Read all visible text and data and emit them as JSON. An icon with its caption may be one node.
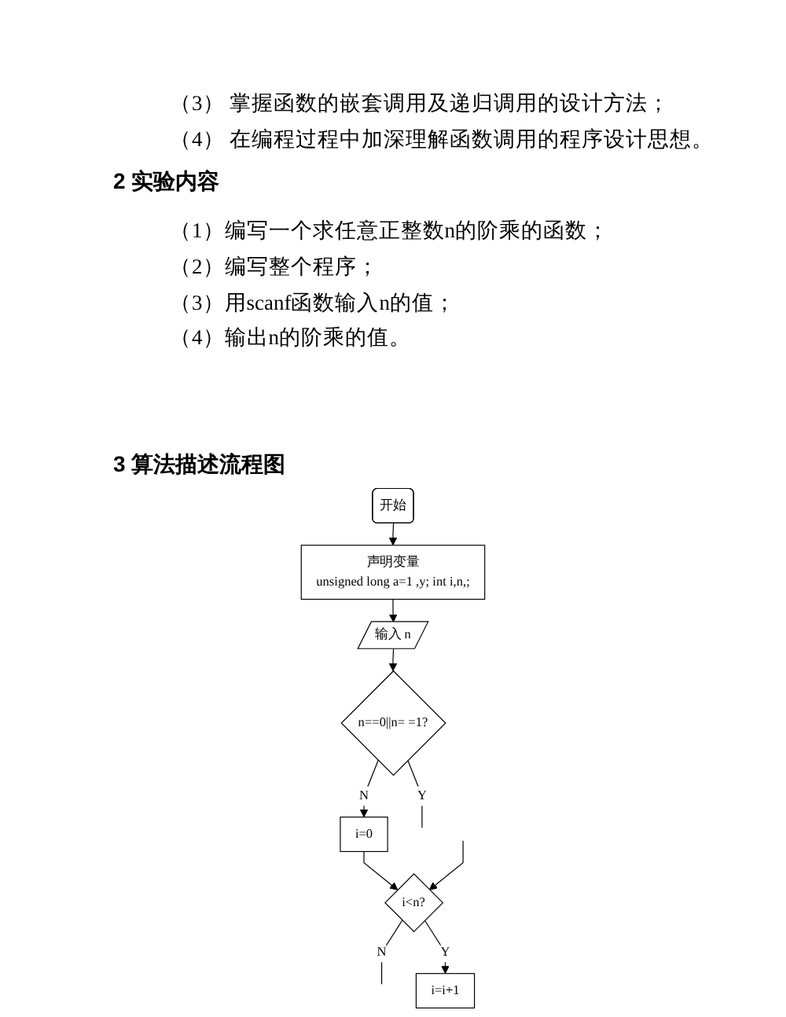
{
  "diagram": {
    "nodes": [
      {
        "text": [
          "开始"
        ]
      },
      {
        "text": [
          "声明变量",
          "unsigned long a=1 ,y; int i,n,;"
        ]
      },
      {
        "text": [
          "输入 n"
        ]
      },
      {
        "text": [
          "n==0||n= =1?"
        ]
      },
      {
        "text": [
          "i=0"
        ]
      },
      {
        "text": [
          "i<n?"
        ]
      },
      {
        "text": [
          "i=i+1"
        ]
      }
    ],
    "edges": [
      {
        "from": 0,
        "to": 1,
        "arrow": "to"
      },
      {
        "from": 1,
        "to": 2,
        "arrow": "to"
      },
      {
        "from": 2,
        "to": 3,
        "arrow": "to"
      },
      {
        "from": 3,
        "to": null,
        "arrow": "none",
        "label": "Y"
      },
      {
        "from": 3,
        "to": 4,
        "arrow": "to",
        "label": "N"
      },
      {
        "from": 4,
        "to": 5,
        "arrow": "to"
      },
      {
        "from": 5,
        "to": null,
        "arrow": "none",
        "label": "N"
      },
      {
        "from": 5,
        "to": 6,
        "arrow": "to",
        "label": "Y"
      },
      {
        "from": null,
        "to": 5,
        "arrow": "to"
      }
    ],
    "labels": [
      "（3） 掌握函数的嵌套调用及递归调用的设计方法；",
      "（4） 在编程过程中加深理解函数调用的程序设计思想。",
      "2 实验内容",
      "（1）编写一个求任意正整数n的阶乘的函数；",
      "（2）编写整个程序；",
      "（3）用scanf函数输入n的值；",
      "（4）输出n的阶乘的值。",
      "3 算法描述流程图"
    ]
  }
}
